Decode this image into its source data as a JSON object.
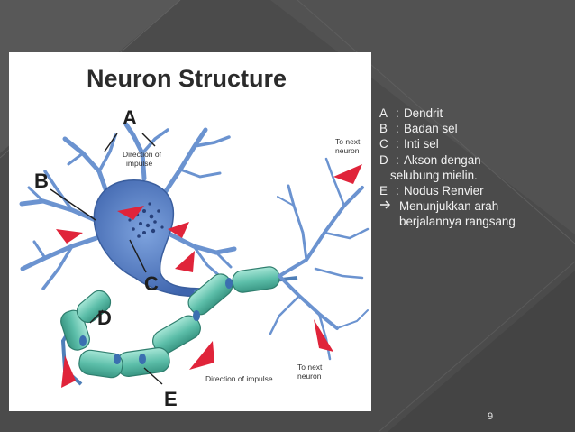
{
  "diagram": {
    "title": "Neuron Structure",
    "labels": {
      "a": "A",
      "b": "B",
      "c": "C",
      "d": "D",
      "e": "E"
    },
    "annotations": {
      "direction_top": [
        "Direction of",
        "impulse"
      ],
      "to_next_top": [
        "To next",
        "neuron"
      ],
      "direction_bottom": "Direction of impulse",
      "to_next_bottom": [
        "To next",
        "neuron"
      ]
    }
  },
  "legend": {
    "items": [
      {
        "key": "A",
        "sep": ":",
        "text": "Dendrit"
      },
      {
        "key": "B",
        "sep": ":",
        "text": "Badan sel"
      },
      {
        "key": "C",
        "sep": ":",
        "text": "Inti sel"
      },
      {
        "key": "D",
        "sep": ":",
        "text": "Akson dengan",
        "cont": "selubung mielin."
      },
      {
        "key": "E",
        "sep": ":",
        "text": "Nodus Renvier"
      }
    ],
    "note": {
      "icon": "right-arrow-icon",
      "line1": "Menunjukkan arah",
      "line2": "berjalannya rangsang"
    }
  },
  "slide": {
    "page_number": "9"
  },
  "colors": {
    "background": "#4b4b4b",
    "cell_body": "#5f86c8",
    "myelin": "#6cc6b4",
    "arrow": "#e0243a"
  }
}
